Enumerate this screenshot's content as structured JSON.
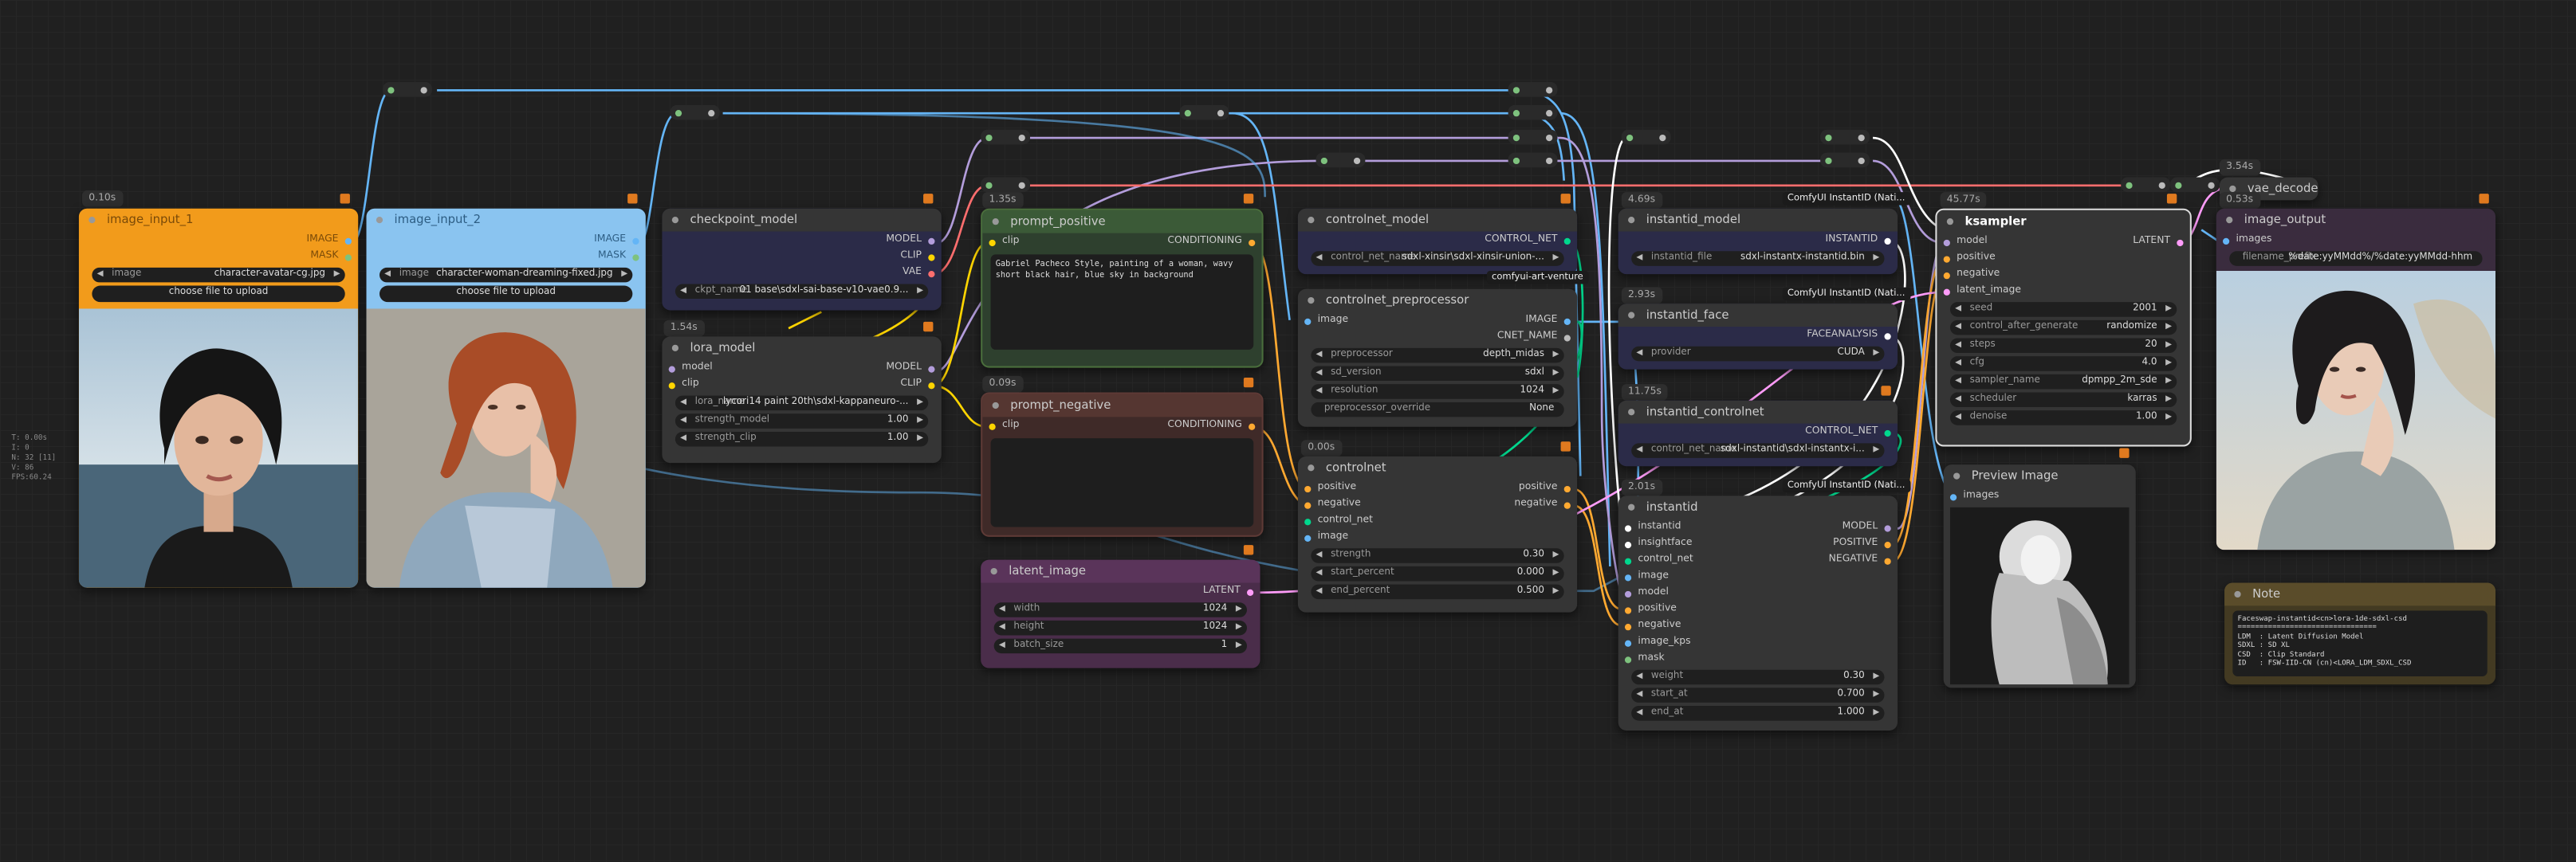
{
  "stats": [
    "T: 0.00s",
    "I: 0",
    "N: 32 [11]",
    "V: 86",
    "FPS:60.24"
  ],
  "colors": {
    "model": "#b39ddb",
    "clip": "#ffd500",
    "vae": "#ff6e6e",
    "image": "#64b5f6",
    "conditioning": "#ffa931",
    "latent": "#ff9cf9",
    "control_net": "#00d78d"
  },
  "nodes": {
    "image_input_1": {
      "timing": "0.10s",
      "title": "image_input_1",
      "outputs": [
        "IMAGE",
        "MASK"
      ],
      "image_label": "image",
      "image_value": "character-avatar-cg.jpg",
      "upload": "choose file to upload"
    },
    "image_input_2": {
      "timing": "",
      "title": "image_input_2",
      "outputs": [
        "IMAGE",
        "MASK"
      ],
      "image_label": "image",
      "image_value": "character-woman-dreaming-fixed.jpg",
      "upload": "choose file to upload"
    },
    "checkpoint_model": {
      "title": "checkpoint_model",
      "outputs": [
        "MODEL",
        "CLIP",
        "VAE"
      ],
      "ckpt_label": "ckpt_name",
      "ckpt_value": "01 base\\sdxl-sai-base-v10-vae0.9..."
    },
    "lora_model": {
      "timing": "1.54s",
      "title": "lora_model",
      "inputs": [
        "model",
        "clip"
      ],
      "outputs": [
        "MODEL",
        "CLIP"
      ],
      "widgets": [
        {
          "label": "lora_name",
          "value": "lycori14 paint 20th\\sdxl-kappaneuro-..."
        },
        {
          "label": "strength_model",
          "value": "1.00"
        },
        {
          "label": "strength_clip",
          "value": "1.00"
        }
      ]
    },
    "prompt_positive": {
      "timing": "1.35s",
      "title": "prompt_positive",
      "input": "clip",
      "output": "CONDITIONING",
      "text": "Gabriel Pacheco Style, painting of a woman, wavy short black hair, blue sky in background"
    },
    "prompt_negative": {
      "timing": "0.09s",
      "title": "prompt_negative",
      "input": "clip",
      "output": "CONDITIONING",
      "text": ""
    },
    "latent_image": {
      "title": "latent_image",
      "output": "LATENT",
      "widgets": [
        {
          "label": "width",
          "value": "1024"
        },
        {
          "label": "height",
          "value": "1024"
        },
        {
          "label": "batch_size",
          "value": "1"
        }
      ]
    },
    "controlnet_model": {
      "title": "controlnet_model",
      "output": "CONTROL_NET",
      "widget_label": "control_net_name",
      "widget_value": "sdxl-xinsir\\sdxl-xinsir-union-...",
      "badge": "comfyui-art-venture"
    },
    "controlnet_preprocessor": {
      "title": "controlnet_preprocessor",
      "input": "image",
      "outputs": [
        "IMAGE",
        "CNET_NAME"
      ],
      "widgets": [
        {
          "label": "preprocessor",
          "value": "depth_midas"
        },
        {
          "label": "sd_version",
          "value": "sdxl"
        },
        {
          "label": "resolution",
          "value": "1024"
        },
        {
          "label": "preprocessor_override",
          "value": "None"
        }
      ]
    },
    "controlnet": {
      "timing": "0.00s",
      "title": "controlnet",
      "inputs": [
        "positive",
        "negative",
        "control_net",
        "image"
      ],
      "outputs": [
        "positive",
        "negative"
      ],
      "widgets": [
        {
          "label": "strength",
          "value": "0.30"
        },
        {
          "label": "start_percent",
          "value": "0.000"
        },
        {
          "label": "end_percent",
          "value": "0.500"
        }
      ]
    },
    "instantid_model": {
      "timing": "4.69s",
      "badge": "ComfyUI InstantID (Nati...",
      "title": "instantid_model",
      "output": "INSTANTID",
      "widget_label": "instantid_file",
      "widget_value": "sdxl-instantx-instantid.bin"
    },
    "instantid_face": {
      "timing": "2.93s",
      "badge": "ComfyUI InstantID (Nati...",
      "title": "instantid_face",
      "output": "FACEANALYSIS",
      "widget_label": "provider",
      "widget_value": "CUDA"
    },
    "instantid_controlnet": {
      "timing": "11.75s",
      "title": "instantid_controlnet",
      "output": "CONTROL_NET",
      "widget_label": "control_net_name",
      "widget_value": "sdxl-instantid\\sdxl-instantx-i...",
      "badge": "ComfyUI InstantID (Nati..."
    },
    "instantid": {
      "timing": "2.01s",
      "title": "instantid",
      "inputs": [
        "instantid",
        "insightface",
        "control_net",
        "image",
        "model",
        "positive",
        "negative",
        "image_kps",
        "mask"
      ],
      "outputs": [
        "MODEL",
        "POSITIVE",
        "NEGATIVE"
      ],
      "widgets": [
        {
          "label": "weight",
          "value": "0.30"
        },
        {
          "label": "start_at",
          "value": "0.700"
        },
        {
          "label": "end_at",
          "value": "1.000"
        }
      ]
    },
    "ksampler": {
      "timing": "45.77s",
      "title": "ksampler",
      "inputs": [
        "model",
        "positive",
        "negative",
        "latent_image"
      ],
      "output": "LATENT",
      "widgets": [
        {
          "label": "seed",
          "value": "2001"
        },
        {
          "label": "control_after_generate",
          "value": "randomize"
        },
        {
          "label": "steps",
          "value": "20"
        },
        {
          "label": "cfg",
          "value": "4.0"
        },
        {
          "label": "sampler_name",
          "value": "dpmpp_2m_sde"
        },
        {
          "label": "scheduler",
          "value": "karras"
        },
        {
          "label": "denoise",
          "value": "1.00"
        }
      ]
    },
    "preview_image": {
      "title": "Preview Image",
      "input": "images"
    },
    "vae_decode": {
      "timing": "3.54s",
      "title": "vae_decode"
    },
    "image_output": {
      "timing": "0.53s",
      "title": "image_output",
      "input": "images",
      "widget_label": "filename_prefix",
      "widget_value": "%date:yyMMdd%/%date:yyMMdd-hhm"
    },
    "note": {
      "title": "Note",
      "text": "Faceswap-instantid<cn>lora-1de-sdxl-csd\n================================\nLDM  : Latent Diffusion Model\nSDXL : SD XL\nCSD  : Clip Standard\nID   : FSW-IID-CN (cn)<LORA_LDM_SDXL_CSD"
    }
  }
}
